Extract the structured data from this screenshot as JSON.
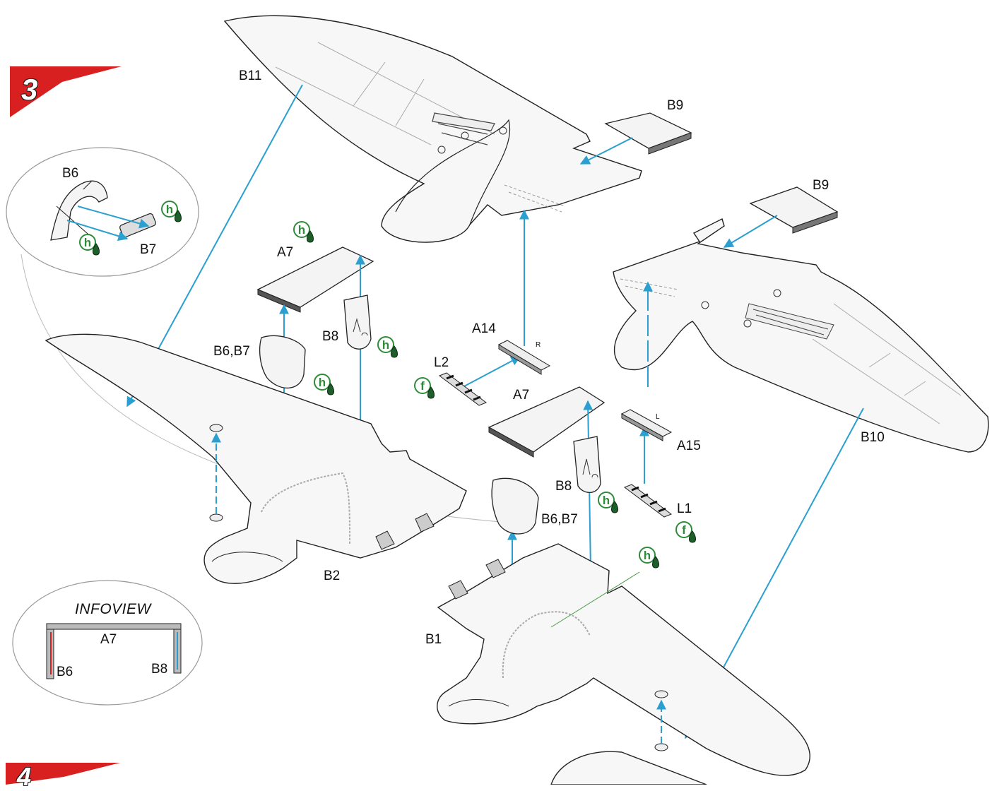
{
  "steps": {
    "step3": "3",
    "step4": "4"
  },
  "colors": {
    "step_banner": "#d92020",
    "arrow": "#2a9fd0",
    "symbol_green": "#2e8b3a",
    "outline": "#222222"
  },
  "symbols": {
    "glue_h": "h",
    "glue_f": "f"
  },
  "parts": {
    "wing_upper_left": "B11",
    "wing_upper_right": "B10",
    "flap_top_1": "B9",
    "flap_top_2": "B9",
    "gear_door_main_1": "A7",
    "gear_door_main_2": "A7",
    "gear_leg_1": "B8",
    "gear_leg_2": "B8",
    "gear_cover_1": "B6,B7",
    "gear_cover_2": "B6,B7",
    "strut_a14": "A14",
    "strut_a15": "A15",
    "strut_l1": "L1",
    "strut_l2": "L2",
    "lower_wing_left": "B2",
    "lower_wing_right": "B1",
    "detail_b6": "B6",
    "detail_b7": "B7",
    "mark_r": "R",
    "mark_l": "L"
  },
  "infoview": {
    "title": "INFOVIEW",
    "a7": "A7",
    "b6": "B6",
    "b8": "B8"
  }
}
